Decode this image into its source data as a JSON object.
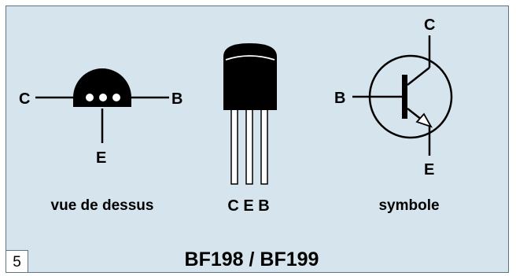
{
  "colors": {
    "panel_background": "#d5e4ed",
    "border": "#5a7484",
    "ink": "#000000",
    "pin_fill": "#ffffff"
  },
  "figure_number": "5",
  "title": "BF198 / BF199",
  "top_view": {
    "caption": "vue de dessus",
    "pin_left": "C",
    "pin_right": "B",
    "pin_bottom": "E"
  },
  "package": {
    "pins_label": "C E B"
  },
  "symbol": {
    "caption": "symbole",
    "collector": "C",
    "base": "B",
    "emitter": "E"
  }
}
